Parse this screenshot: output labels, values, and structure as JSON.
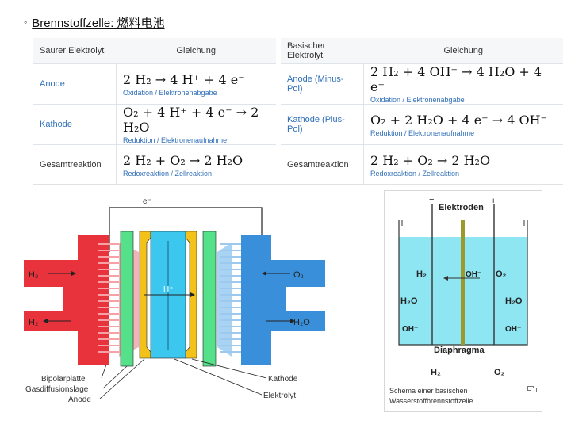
{
  "title": {
    "bullet": "◦",
    "text": "Brennstoffzelle: 燃料电池"
  },
  "acid": {
    "header": [
      "Saurer Elektrolyt",
      "Gleichung"
    ],
    "rows": [
      {
        "label": "Anode",
        "eq": "2 H₂ → 4 H⁺ + 4 e⁻",
        "note": "Oxidation / Elektronenabgabe"
      },
      {
        "label": "Kathode",
        "eq": "O₂ + 4 H⁺ + 4 e⁻ → 2 H₂O",
        "note": "Reduktion / Elektronenaufnahme"
      },
      {
        "label": "Gesamtreaktion",
        "eq": "2 H₂ + O₂ → 2 H₂O",
        "note": "Redoxreaktion / Zellreaktion"
      }
    ]
  },
  "basic": {
    "header": [
      "Basischer Elektrolyt",
      "Gleichung"
    ],
    "rows": [
      {
        "label": "Anode (Minus-Pol)",
        "eq": "2 H₂ + 4 OH⁻ → 4 H₂O + 4 e⁻",
        "note": "Oxidation / Elektronenabgabe"
      },
      {
        "label": "Kathode (Plus-Pol)",
        "eq": "O₂ + 2 H₂O + 4 e⁻ → 4 OH⁻",
        "note": "Reduktion / Elektronenaufnahme"
      },
      {
        "label": "Gesamtreaktion",
        "eq": "2 H₂ + O₂ → 2 H₂O",
        "note": "Redoxreaktion / Zellreaktion"
      }
    ]
  },
  "cell": {
    "e_label": "e⁻",
    "h2_top": "H₂",
    "h2_bottom": "H₂",
    "hplus": "H⁺",
    "o2": "O₂",
    "h2o": "H₂O",
    "labels": [
      "Bipolarplatte",
      "Gasdiffusionslage",
      "Anode",
      "Kathode",
      "Elektrolyt"
    ]
  },
  "wiki": {
    "electrodes": "Elektroden",
    "minus": "−",
    "plus": "+",
    "h2": "H₂",
    "oh_center": "OH⁻",
    "o2": "O₂",
    "h2o_left": "H₂O",
    "h2o_right": "H₂O",
    "oh_left": "OH⁻",
    "oh_right": "OH⁻",
    "diaphragm": "Diaphragma",
    "h2_out": "H₂",
    "o2_out": "O₂",
    "caption_line1": "Schema einer basischen",
    "caption_line2": "Wasserstoffbrennstoffzelle"
  },
  "colors": {
    "red": "#e8333d",
    "blue_plate": "#3a8fdb",
    "electrolyte": "#3cc7ee",
    "green": "#55e08a",
    "yellow": "#f2c21b",
    "water": "#8ee6f2"
  }
}
